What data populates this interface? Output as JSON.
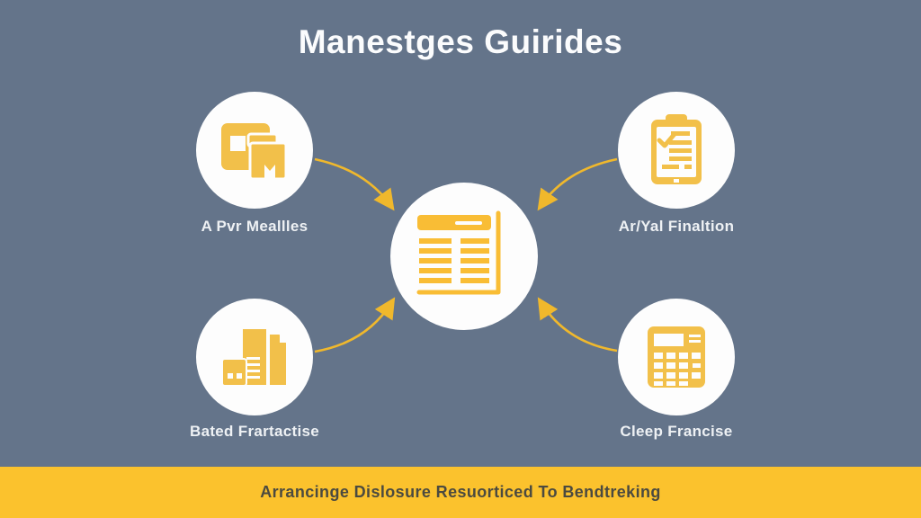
{
  "title": "Manestges Guirides",
  "nodes": [
    {
      "position": "top-left",
      "label": "A Pvr Meallles",
      "icon": "folder-stack-icon"
    },
    {
      "position": "top-right",
      "label": "Ar/Yal Finaltion",
      "icon": "clipboard-check-icon"
    },
    {
      "position": "bottom-left",
      "label": "Bated Frartactise",
      "icon": "documents-report-icon"
    },
    {
      "position": "bottom-right",
      "label": "Cleep Francise",
      "icon": "calculator-icon"
    }
  ],
  "center": {
    "icon": "document-table-icon"
  },
  "footer": {
    "text": "Arrancinge Dislosure Resuorticed To Bendtreking"
  },
  "colors": {
    "background": "#64748a",
    "icon_yellow": "#f2c04a",
    "center_icon_yellow": "#f9bd35",
    "arrow_yellow": "#f0b82c",
    "footer_background": "#fbc22d",
    "footer_text": "#4b4a40",
    "circle_fill": "#fdfdfd",
    "title_text": "#fbfcfd",
    "label_text": "#eef1f4"
  }
}
